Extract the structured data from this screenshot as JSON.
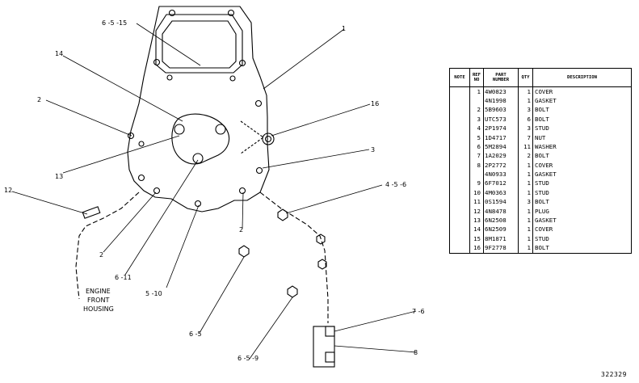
{
  "callouts": {
    "c1": "1",
    "c2a": "2",
    "c2b": "2",
    "c2c": "2",
    "c3": "3",
    "c4_5_6": "4 -5 -6",
    "c5_10": "5 -10",
    "c6_5": "6 -5",
    "c6_5_9": "6 -5 -9",
    "c6_5_15": "6 -5 -15",
    "c6_11": "6 -11",
    "c7_6": "7 -6",
    "c8": "8",
    "c12": "12",
    "c13": "13",
    "c14": "14",
    "c16": "16"
  },
  "housing_label": {
    "line1": "ENGINE",
    "line2": "FRONT",
    "line3": "HOUSING"
  },
  "table": {
    "headers": {
      "note": "NOTE",
      "ref": "REF\nNO",
      "part_number": "PART\nNUMBER",
      "qty": "QTY",
      "description": "DESCRIPTION"
    },
    "rows": [
      {
        "note": "",
        "ref": "1",
        "pn": "4W0823",
        "qty": "1",
        "desc": "COVER"
      },
      {
        "note": "",
        "ref": "",
        "pn": "4N1998",
        "qty": "1",
        "desc": "GASKET"
      },
      {
        "note": "",
        "ref": "2",
        "pn": "5B9603",
        "qty": "3",
        "desc": "BOLT"
      },
      {
        "note": "",
        "ref": "3",
        "pn": "UTC573",
        "qty": "6",
        "desc": "BOLT"
      },
      {
        "note": "",
        "ref": "4",
        "pn": "2P1974",
        "qty": "3",
        "desc": "STUD"
      },
      {
        "note": "",
        "ref": "5",
        "pn": "1D4717",
        "qty": "7",
        "desc": "NUT"
      },
      {
        "note": "",
        "ref": "6",
        "pn": "5M2894",
        "qty": "11",
        "desc": "WASHER"
      },
      {
        "note": "",
        "ref": "7",
        "pn": "1A2029",
        "qty": "2",
        "desc": "BOLT"
      },
      {
        "note": "",
        "ref": "8",
        "pn": "2P2772",
        "qty": "1",
        "desc": "COVER"
      },
      {
        "note": "",
        "ref": "",
        "pn": "4N0933",
        "qty": "1",
        "desc": "GASKET"
      },
      {
        "note": "",
        "ref": "9",
        "pn": "6F7012",
        "qty": "1",
        "desc": "STUD"
      },
      {
        "note": "",
        "ref": "10",
        "pn": "4M0363",
        "qty": "1",
        "desc": "STUD"
      },
      {
        "note": "",
        "ref": "11",
        "pn": "0S1594",
        "qty": "3",
        "desc": "BOLT"
      },
      {
        "note": "",
        "ref": "12",
        "pn": "4N8478",
        "qty": "1",
        "desc": "PLUG"
      },
      {
        "note": "",
        "ref": "13",
        "pn": "6N2508",
        "qty": "1",
        "desc": "GASKET"
      },
      {
        "note": "",
        "ref": "14",
        "pn": "6N2509",
        "qty": "1",
        "desc": "COVER"
      },
      {
        "note": "",
        "ref": "15",
        "pn": "8M1871",
        "qty": "1",
        "desc": "STUD"
      },
      {
        "note": "",
        "ref": "16",
        "pn": "9F2778",
        "qty": "1",
        "desc": "BOLT"
      }
    ]
  },
  "drawing_number": "322329"
}
